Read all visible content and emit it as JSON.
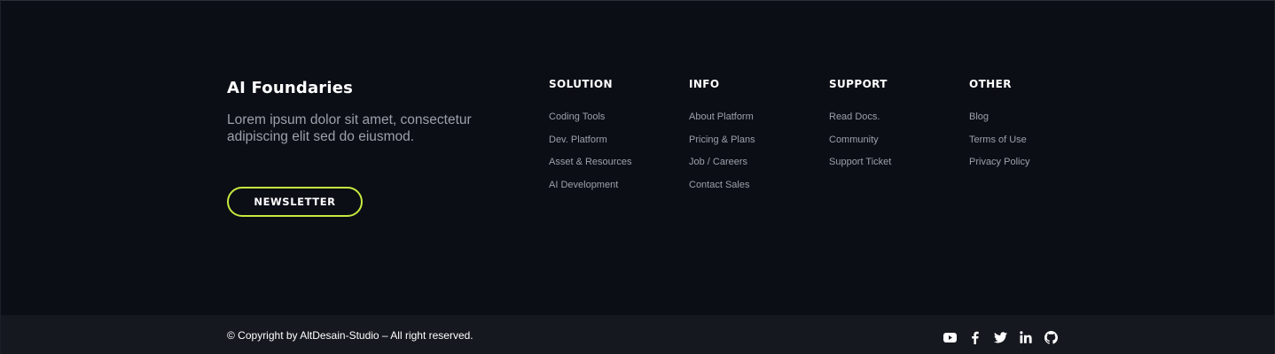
{
  "brand": {
    "title": "AI Foundaries",
    "description": "Lorem ipsum dolor sit amet, consectetur adipiscing elit sed do eiusmod."
  },
  "newsletter": {
    "label": "NEWSLETTER"
  },
  "columns": [
    {
      "title": "SOLUTION",
      "links": [
        "Coding Tools",
        "Dev. Platform",
        "Asset & Resources",
        "AI Development"
      ]
    },
    {
      "title": "INFO",
      "links": [
        "About Platform",
        "Pricing & Plans",
        "Job / Careers",
        "Contact Sales"
      ]
    },
    {
      "title": "SUPPORT",
      "links": [
        "Read Docs.",
        "Community",
        "Support Ticket"
      ]
    },
    {
      "title": "OTHER",
      "links": [
        "Blog",
        "Terms of Use",
        "Privacy Policy"
      ]
    }
  ],
  "footer": {
    "copyright": "© Copyright by AltDesain-Studio – All right reserved.",
    "social_icons": [
      "youtube-icon",
      "facebook-icon",
      "twitter-icon",
      "linkedin-icon",
      "github-icon"
    ]
  },
  "colors": {
    "background": "#0b0e15",
    "bottom_bar": "#15181f",
    "accent": "#c6ea3f",
    "muted_text": "#9ca0aa"
  }
}
